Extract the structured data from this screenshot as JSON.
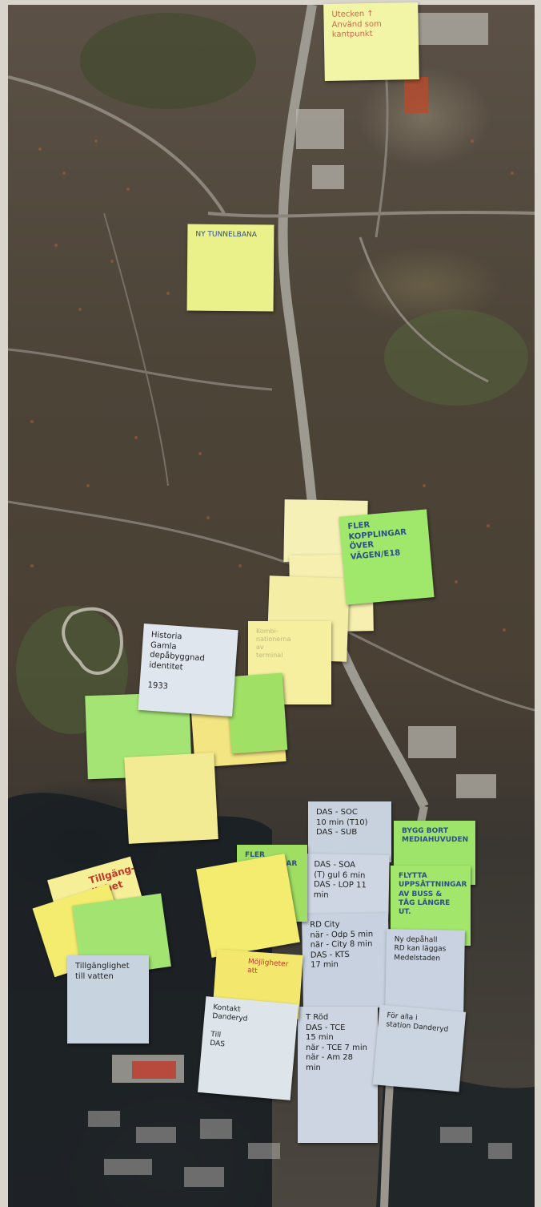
{
  "photo": {
    "description_icon": "aerial-map-photo",
    "colors": {
      "yellow": "#f4f19a",
      "green": "#9fe36a",
      "pale_yellow": "#f7f3b8",
      "light_blue": "#c9d3e0",
      "orange_yellow": "#f4e46b"
    }
  },
  "notes": {
    "top_right": {
      "text": "Utecken ↑\nAnvänd som\nkantpunkt"
    },
    "tunnel": {
      "text": "NY TUNNELBANA"
    },
    "fler_kopplingar": {
      "text": "FLER\nKOPPLINGAR\nÖVER\nVÄGEN/E18"
    },
    "historia": {
      "text": "Historia\nGamla depåbyggnad\nidentitet\n\n1933"
    },
    "kombination": {
      "text": "Kombi-\nnationerna\nav\nterminal"
    },
    "das_soc": {
      "text": "DAS - SOC\n10 min (T10)\nDAS - SUB"
    },
    "das_soa": {
      "text": "DAS - SOA\n(T) gul 6 min\nDAS - LOP 11 min"
    },
    "bus_bort": {
      "text": "BYGG BORT\nMEDIAHUVUDEN"
    },
    "flytta": {
      "text": "FLYTTA\nUPPSÄTTNINGAR\nAV BUSS &\nTÅG LÄNGRE\nUT."
    },
    "fler_kopplingar2": {
      "text": "FLER\nKOPPLINGAR\nMED\nSPÅR"
    },
    "tillganglighet_red": {
      "text": "Tillgäng-\nlighet"
    },
    "tillganglighet": {
      "text": "Tillgänglighet\ntill vatten"
    },
    "mojligheter": {
      "text": "Möjligheter att"
    },
    "kontakt": {
      "text": "Kontakt\nDanderyd\n\n          Till\n          DAS"
    },
    "rd_city": {
      "text": "RD City\nnär - Odp 5 min\nnär - City 8 min\nDAS - KTS\n          17 min"
    },
    "ny_depa": {
      "text": "Ny depåhall\nRD kan läggas\nMedelstaden"
    },
    "t_rod": {
      "text": "T Röd\nDAS - TCE\n15 min\nnär - TCE 7 min\nnär - Am 28 min"
    },
    "alla_dand": {
      "text": "För alla i\nstation Danderyd"
    }
  }
}
